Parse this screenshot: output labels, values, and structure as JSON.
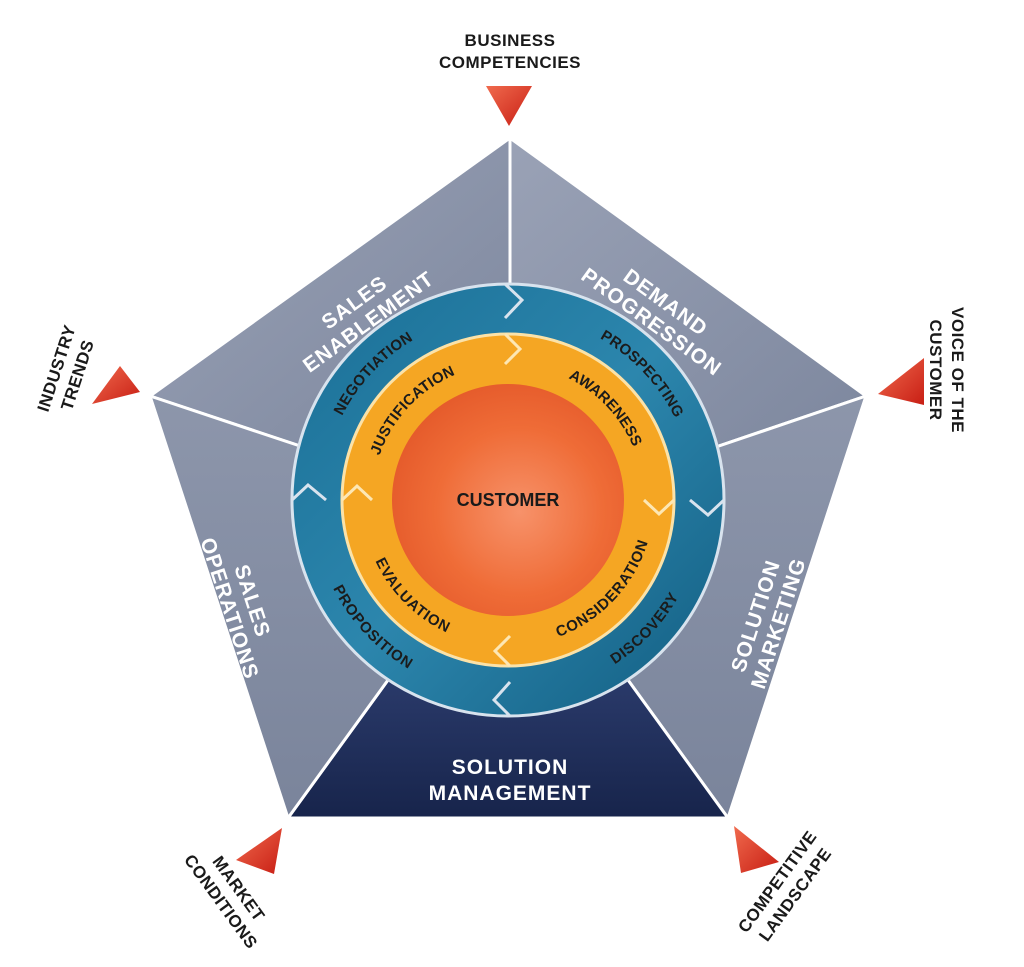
{
  "center": {
    "label": "CUSTOMER"
  },
  "inner_ring": {
    "items": [
      {
        "label": "AWARENESS"
      },
      {
        "label": "CONSIDERATION"
      },
      {
        "label": "EVALUATION"
      },
      {
        "label": "JUSTIFICATION"
      }
    ]
  },
  "outer_ring": {
    "items": [
      {
        "label": "PROSPECTING"
      },
      {
        "label": "DISCOVERY"
      },
      {
        "label": "PROPOSITION"
      },
      {
        "label": "NEGOTIATION"
      }
    ]
  },
  "segments": {
    "sales_enablement": {
      "line1": "SALES",
      "line2": "ENABLEMENT"
    },
    "demand_progression": {
      "line1": "DEMAND",
      "line2": "PROGRESSION"
    },
    "solution_marketing": {
      "line1": "SOLUTION",
      "line2": "MARKETING"
    },
    "solution_management": {
      "line1": "SOLUTION",
      "line2": "MANAGEMENT"
    },
    "sales_operations": {
      "line1": "SALES",
      "line2": "OPERATIONS"
    }
  },
  "external_forces": {
    "business_competencies": {
      "line1": "BUSINESS",
      "line2": "COMPETENCIES"
    },
    "voice_of_customer": {
      "line1": "VOICE OF THE",
      "line2": "CUSTOMER"
    },
    "competitive_landscape": {
      "line1": "COMPETITIVE",
      "line2": "LANDSCAPE"
    },
    "market_conditions": {
      "line1": "MARKET",
      "line2": "CONDITIONS"
    },
    "industry_trends": {
      "line1": "INDUSTRY",
      "line2": "TRENDS"
    }
  },
  "colors": {
    "segment_gray": "#8a93a8",
    "segment_navy": "#1c2a55",
    "outer_ring": "#1e6e93",
    "inner_ring": "#f5a623",
    "center": "#ee6a35",
    "marker": "#d62a20"
  }
}
